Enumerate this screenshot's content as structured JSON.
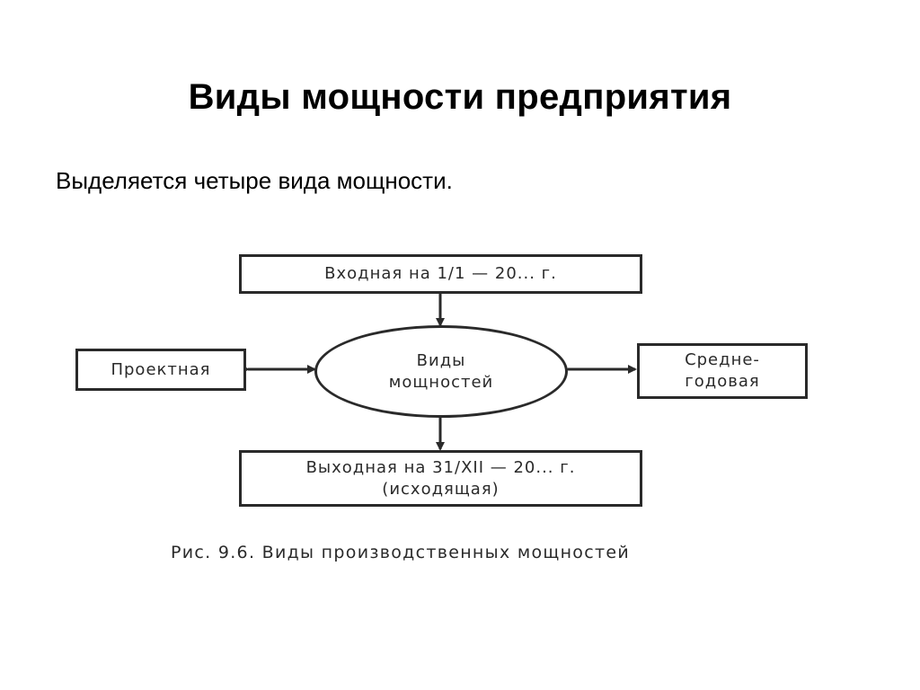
{
  "slide": {
    "title": "Виды мощности предприятия",
    "subtitle": "Выделяется четыре вида мощности."
  },
  "diagram": {
    "center": {
      "line1": "Виды",
      "line2": "мощностей"
    },
    "top_box": {
      "label": "Входная на 1/1 — 20... г."
    },
    "left_box": {
      "label": "Проектная"
    },
    "right_box": {
      "line1": "Средне-",
      "line2": "годовая"
    },
    "bottom_box": {
      "line1": "Выходная на 31/XII — 20... г.",
      "line2": "(исходящая)"
    },
    "caption": "Рис. 9.6. Виды производственных мощностей",
    "line_color": "#2a2a2a"
  }
}
